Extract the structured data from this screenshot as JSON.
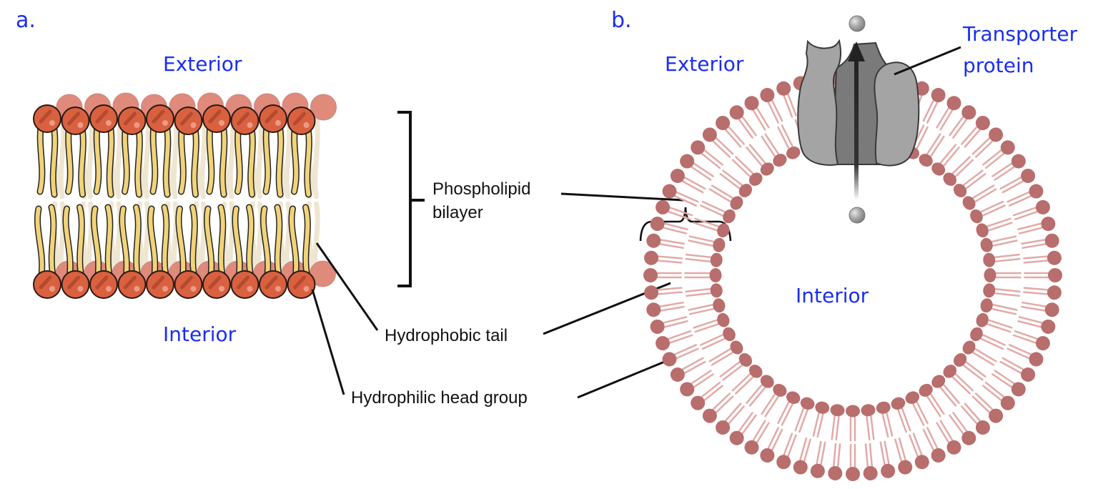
{
  "figure": {
    "panel_a": {
      "panel_label": "a.",
      "exterior_label": "Exterior",
      "interior_label": "Interior",
      "heads_per_row": 10
    },
    "panel_b": {
      "panel_label": "b.",
      "exterior_label": "Exterior",
      "interior_label": "Interior",
      "transporter_label_line1": "Transporter",
      "transporter_label_line2": "protein",
      "outer_ring_head_count": 72,
      "inner_ring_head_count": 56
    },
    "annotations": {
      "bilayer_line1": "Phospholipid",
      "bilayer_line2": "bilayer",
      "tail": "Hydrophobic tail",
      "head": "Hydrophilic head group"
    },
    "colors": {
      "label_blue": "#1a2ef0",
      "head_orange": "#d9613f",
      "head_back": "#e08a7c",
      "tail_yellow": "#f1d378",
      "tail_back": "#efe6d2",
      "ring_head": "#b86e6c",
      "ring_tail": "#e2aaa8",
      "protein_light": "#a4a4a4",
      "protein_dark": "#7a7a7a"
    }
  }
}
